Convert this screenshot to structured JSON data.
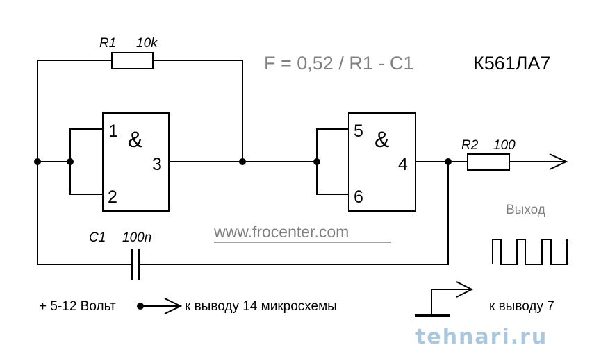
{
  "title": {
    "formula": "F = 0,52 / R1 - C1",
    "chip": "К561ЛА7"
  },
  "components": {
    "r1": {
      "name": "R1",
      "value": "10k"
    },
    "r2": {
      "name": "R2",
      "value": "100"
    },
    "c1": {
      "name": "C1",
      "value": "100n"
    }
  },
  "gates": [
    {
      "symbol": "&",
      "pins": {
        "in_a": "1",
        "in_b": "2",
        "out": "3"
      }
    },
    {
      "symbol": "&",
      "pins": {
        "in_a": "5",
        "in_b": "6",
        "out": "4"
      }
    }
  ],
  "output": {
    "label": "Выход",
    "waveform": "square-wave"
  },
  "website": "www.frocenter.com",
  "power": {
    "supply_label": "+ 5-12 Вольт",
    "vcc_target": "к выводу 14 микросхемы",
    "gnd_target": "к выводу 7"
  },
  "watermark": "tehnari.ru",
  "colors": {
    "line": "#000000",
    "formula_text": "#808080",
    "watermark": "#a9c8e0"
  }
}
